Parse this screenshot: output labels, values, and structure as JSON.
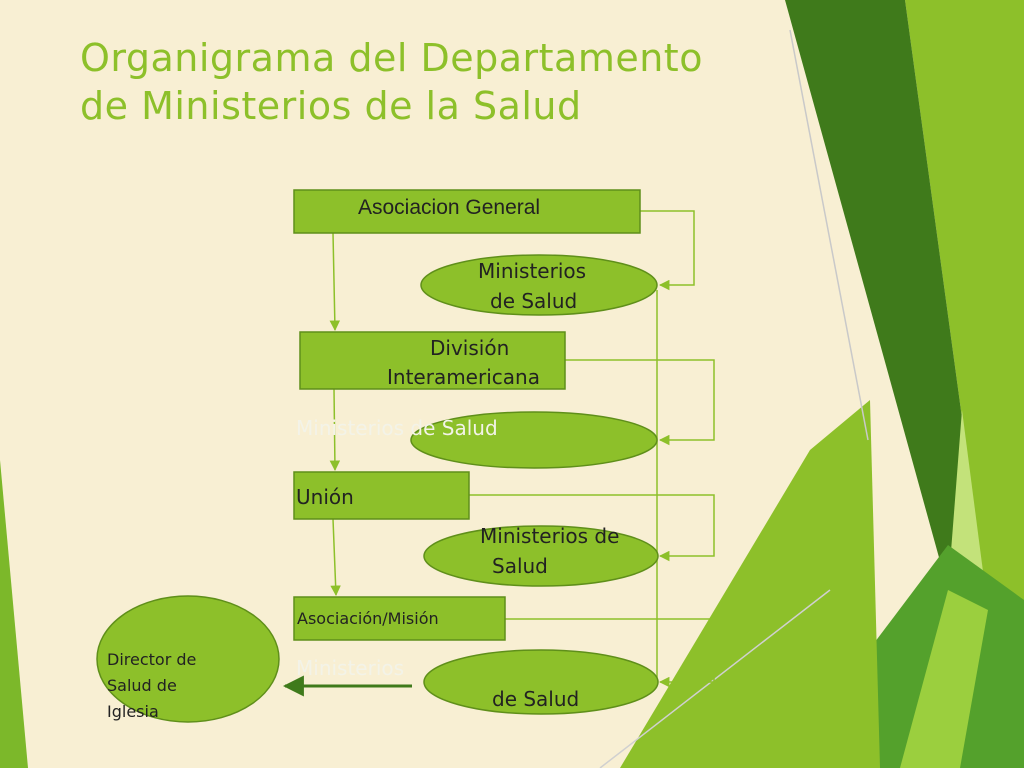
{
  "slide": {
    "title_line1": "Organigrama del Departamento",
    "title_line2": "de Ministerios de la Salud"
  },
  "org": {
    "asociacion_general": "Asociacion General",
    "ministerios_1_line1": "Ministerios",
    "ministerios_1_line2": "de Salud",
    "division_line1": "División",
    "division_line2": "Interamericana",
    "ministerios_2": "Ministerios de Salud",
    "union": "Unión",
    "ministerios_3_line1": "Ministerios de",
    "ministerios_3_line2": "Salud",
    "asociacion_mision": "Asociación/Misión",
    "ministerios_4_line1": "Ministerios",
    "ministerios_4_line2": "de Salud",
    "director_line1": "Director de",
    "director_line2": "Salud de",
    "director_line3": "Iglesia"
  },
  "colors": {
    "background": "#f8efd3",
    "box_fill": "#8dc02a",
    "title": "#8dc02a",
    "connector": "#8dc02a"
  }
}
